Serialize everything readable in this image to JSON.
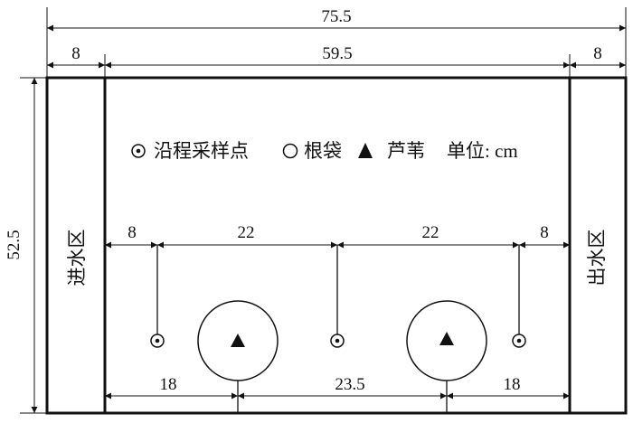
{
  "dimensions": {
    "total_width": "75.5",
    "inlet_width": "8",
    "middle_width": "59.5",
    "outlet_width": "8",
    "height": "52.5",
    "sample_gaps": [
      "8",
      "22",
      "22",
      "8"
    ],
    "bag_gaps": [
      "18",
      "23.5",
      "18"
    ]
  },
  "zones": {
    "inlet": "进水区",
    "outlet": "出水区"
  },
  "legend": {
    "sample_point": "沿程采样点",
    "root_bag": "根袋",
    "reed": "芦苇",
    "unit": "单位: cm"
  },
  "colors": {
    "line": "#111111",
    "background": "#ffffff"
  },
  "icons": {
    "sample_point": "dot-in-circle-icon",
    "root_bag": "open-circle-icon",
    "reed": "filled-triangle-icon"
  }
}
